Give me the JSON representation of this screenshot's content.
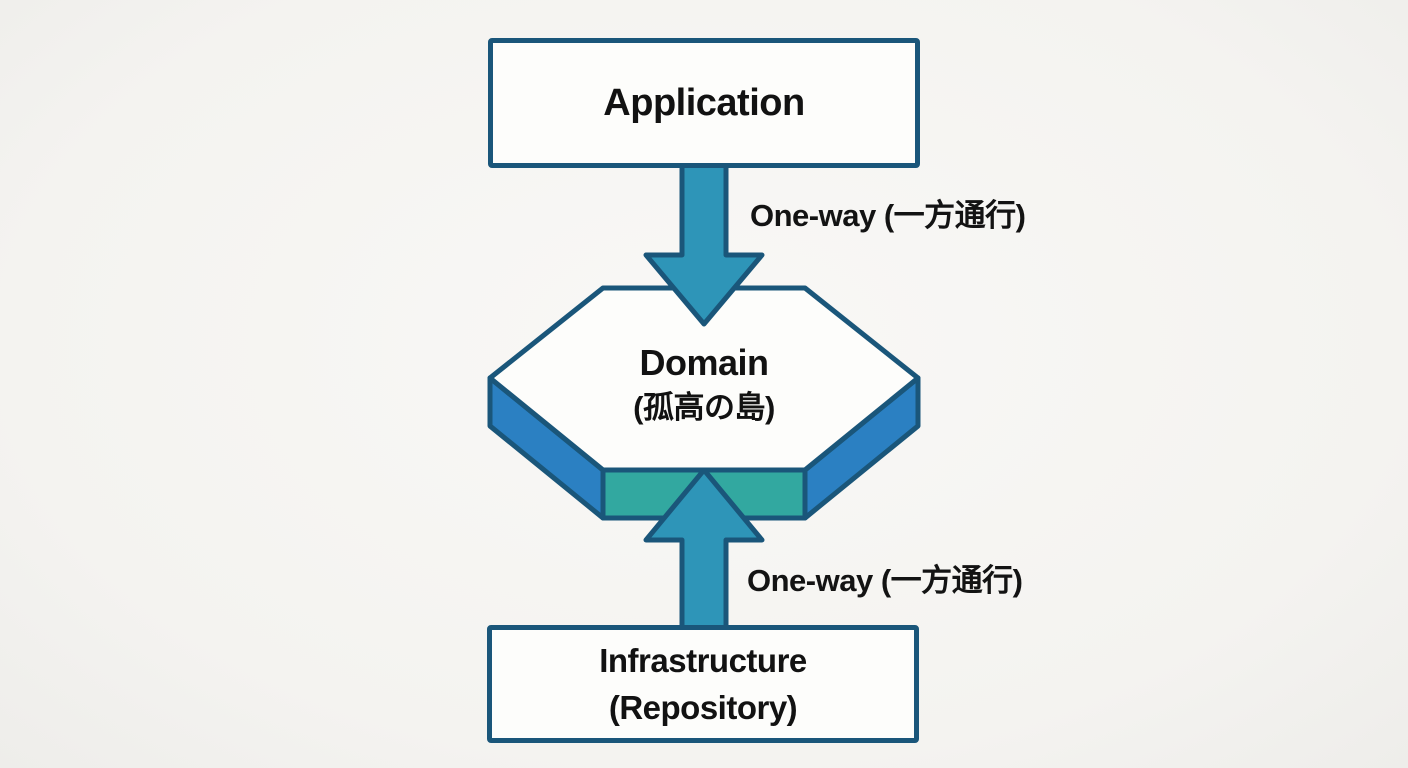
{
  "title": "Layered architecture dependency diagram",
  "colors": {
    "background": "#f5f4f1",
    "outline": "#1a567a",
    "node_fill": "#fdfdfb",
    "arrow_fill": "#2e95b8",
    "hexagon_side_blue": "#2b80c2",
    "hexagon_bottom_teal": "#32a8a0",
    "text": "#121212"
  },
  "nodes": {
    "application": {
      "label": "Application"
    },
    "domain": {
      "title": "Domain",
      "subtitle": "(孤高の島)"
    },
    "infrastructure": {
      "title": "Infrastructure",
      "subtitle": "(Repository)"
    }
  },
  "edges": {
    "app_to_domain": {
      "label": "One-way (一方通行)",
      "direction": "down"
    },
    "infra_to_domain": {
      "label": "One-way (一方通行)",
      "direction": "up"
    }
  }
}
